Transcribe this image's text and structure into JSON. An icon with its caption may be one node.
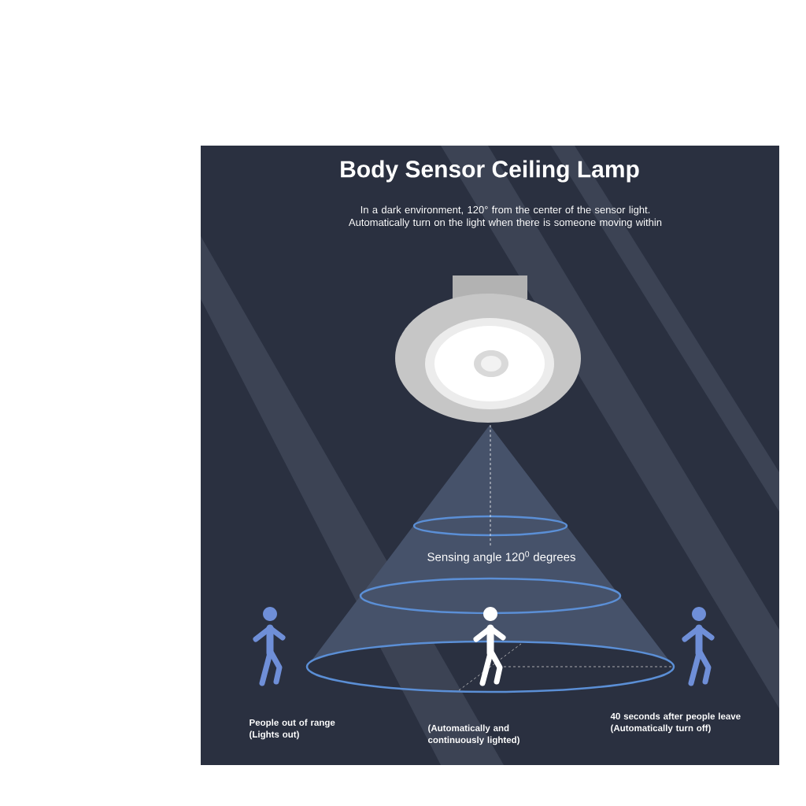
{
  "diagram": {
    "title": "Body Sensor Ceiling Lamp",
    "labels": [
      "In a dark environment, 120° from the center of the sensor light. Automatically turn on the light when there is someone moving within",
      "Sensing angle 120$^{0}$ degrees",
      "People out of range (Lights out)",
      "(Automatically and continuously lighted)",
      "40 seconds after people leave (Automatically turn off)"
    ]
  }
}
